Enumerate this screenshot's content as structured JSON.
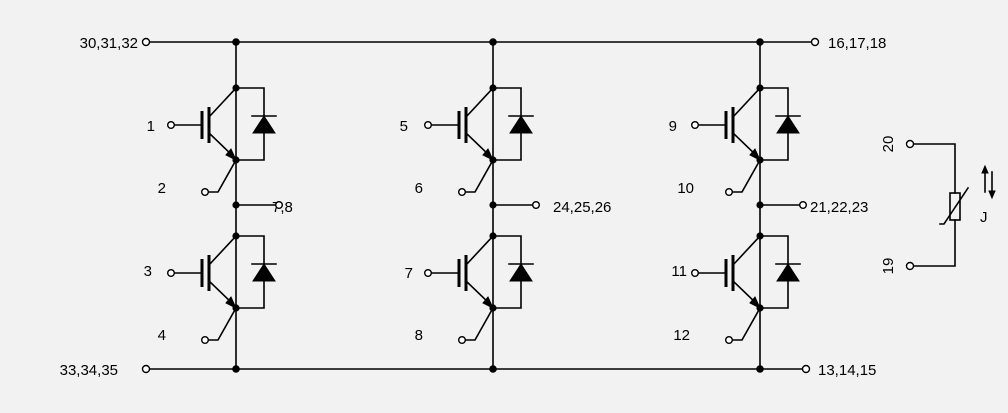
{
  "terminals": {
    "dc_plus": "30,31,32",
    "dc_minus": "33,34,35",
    "right_top": "16,17,18",
    "right_bottom": "13,14,15"
  },
  "legs": [
    {
      "output": "7,8",
      "upper": {
        "gate": "1",
        "emitter": "2"
      },
      "lower": {
        "gate": "3",
        "emitter": "4"
      }
    },
    {
      "output": "24,25,26",
      "upper": {
        "gate": "5",
        "emitter": "6"
      },
      "lower": {
        "gate": "7",
        "emitter": "8"
      }
    },
    {
      "output": "21,22,23",
      "upper": {
        "gate": "9",
        "emitter": "10"
      },
      "lower": {
        "gate": "11",
        "emitter": "12"
      }
    }
  ],
  "thermistor": {
    "pin_top": "20",
    "pin_bottom": "19",
    "label": "J"
  },
  "colors": {
    "wire": "#000000",
    "background": "#f2f2f2"
  }
}
